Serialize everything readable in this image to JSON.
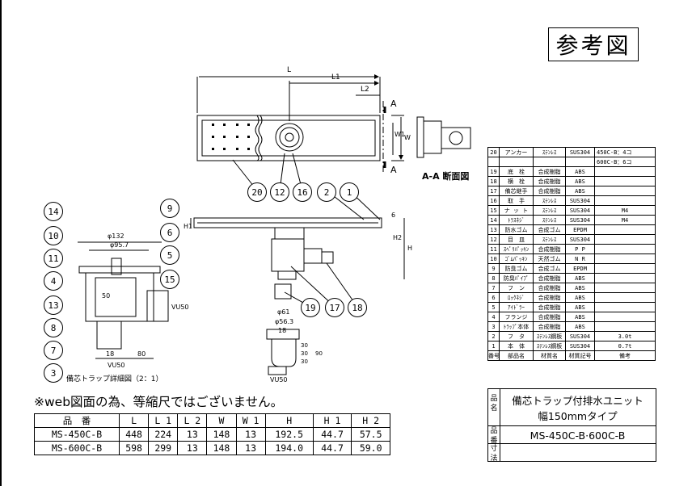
{
  "stamp": "参考図",
  "note": "※web図面の為、等縮尺ではございません。",
  "drawing": {
    "section_label": "A-A 断面図",
    "section_marker": "A",
    "detail_caption": "備芯トラップ詳細図（2：1）",
    "dims_top": {
      "L": "L",
      "L1": "L1",
      "L2": "L2",
      "W": "W",
      "W1": "W1",
      "H": "H",
      "H1": "H1",
      "H2": "H2",
      "six": "6"
    },
    "detail_dims": {
      "d132": "φ132",
      "d957": "φ95.7",
      "v50": "50",
      "vu50": "VU50",
      "v18": "18",
      "v80": "80",
      "vu50b": "VU50"
    },
    "small_dims": {
      "d61": "φ61",
      "d563": "φ56.3",
      "v18": "18",
      "v30": "30",
      "v30b": "30",
      "v30c": "30",
      "v90": "90",
      "vu50": "VU50"
    },
    "balloons_top": [
      "20",
      "12",
      "16",
      "2",
      "1"
    ],
    "balloons_mid": [
      "19",
      "17",
      "18"
    ],
    "balloons_left": [
      "14",
      "10",
      "11",
      "4",
      "13",
      "8",
      "7",
      "3"
    ],
    "balloons_right": [
      "9",
      "6",
      "5",
      "15"
    ]
  },
  "dims_table": {
    "headers": [
      "品　番",
      "L",
      "L 1",
      "L 2",
      "W",
      "W 1",
      "H",
      "H 1",
      "H 2"
    ],
    "rows": [
      [
        "MS-450C-B",
        "448",
        "224",
        "13",
        "148",
        "13",
        "192.5",
        "44.7",
        "57.5"
      ],
      [
        "MS-600C-B",
        "598",
        "299",
        "13",
        "148",
        "13",
        "194.0",
        "44.7",
        "59.0"
      ]
    ]
  },
  "parts_table": {
    "rows": [
      [
        "20",
        "アンカー",
        "ｽﾃﾝﾚｽ",
        "SUS304",
        "450C-B：4コ"
      ],
      [
        "",
        "",
        "",
        "",
        "600C-B：6コ"
      ],
      [
        "19",
        "底　栓",
        "合成樹脂",
        "ABS",
        ""
      ],
      [
        "18",
        "横　栓",
        "合成樹脂",
        "ABS",
        ""
      ],
      [
        "17",
        "備芯継手",
        "合成樹脂",
        "ABS",
        ""
      ],
      [
        "16",
        "取　手",
        "ｽﾃﾝﾚｽ",
        "SUS304",
        ""
      ],
      [
        "15",
        "ナ ッ ト",
        "ｽﾃﾝﾚｽ",
        "SUS304",
        "M4"
      ],
      [
        "14",
        "ﾄﾗｽﾈｼﾞ",
        "ｽﾃﾝﾚｽ",
        "SUS304",
        "M4"
      ],
      [
        "13",
        "防水ゴム",
        "合成ゴム",
        "EPDM",
        ""
      ],
      [
        "12",
        "目　皿",
        "ｽﾃﾝﾚｽ",
        "SUS304",
        ""
      ],
      [
        "11",
        "ｽﾍﾟﾘﾊﾟｯｷﾝ",
        "合成樹脂",
        "P P",
        ""
      ],
      [
        "10",
        "ｺﾞﾑﾊﾟｯｷﾝ",
        "天然ゴム",
        "N R",
        ""
      ],
      [
        "9",
        "防臭ゴム",
        "合成ゴム",
        "EPDM",
        ""
      ],
      [
        "8",
        "防臭ﾊﾟｲﾌﾟ",
        "合成樹脂",
        "ABS",
        ""
      ],
      [
        "7",
        "フ　ン",
        "合成樹脂",
        "ABS",
        ""
      ],
      [
        "6",
        "ﾛｯｸﾈｼﾞ",
        "合成樹脂",
        "ABS",
        ""
      ],
      [
        "5",
        "ｱｲﾄﾞﾗｰ",
        "合成樹脂",
        "ABS",
        ""
      ],
      [
        "4",
        "フランジ",
        "合成樹脂",
        "ABS",
        ""
      ],
      [
        "3",
        "ﾄﾗｯﾌﾟ本体",
        "合成樹脂",
        "ABS",
        ""
      ],
      [
        "2",
        "フ　タ",
        "ｽﾃﾝﾚｽ鋼板",
        "SUS304",
        "3.0t"
      ],
      [
        "1",
        "本　体",
        "ｽﾃﾝﾚｽ鋼板",
        "SUS304",
        "0.7t"
      ]
    ],
    "header": [
      "番号",
      "部品名",
      "材質名",
      "材質記号",
      "備考"
    ]
  },
  "title_block": {
    "name_label": "品名",
    "name_line1": "備芯トラップ付排水ユニット",
    "name_line2": "幅150mmタイプ",
    "number_label": "品番",
    "number_value": "MS-450C-B·600C-B",
    "size_label": "寸法"
  }
}
